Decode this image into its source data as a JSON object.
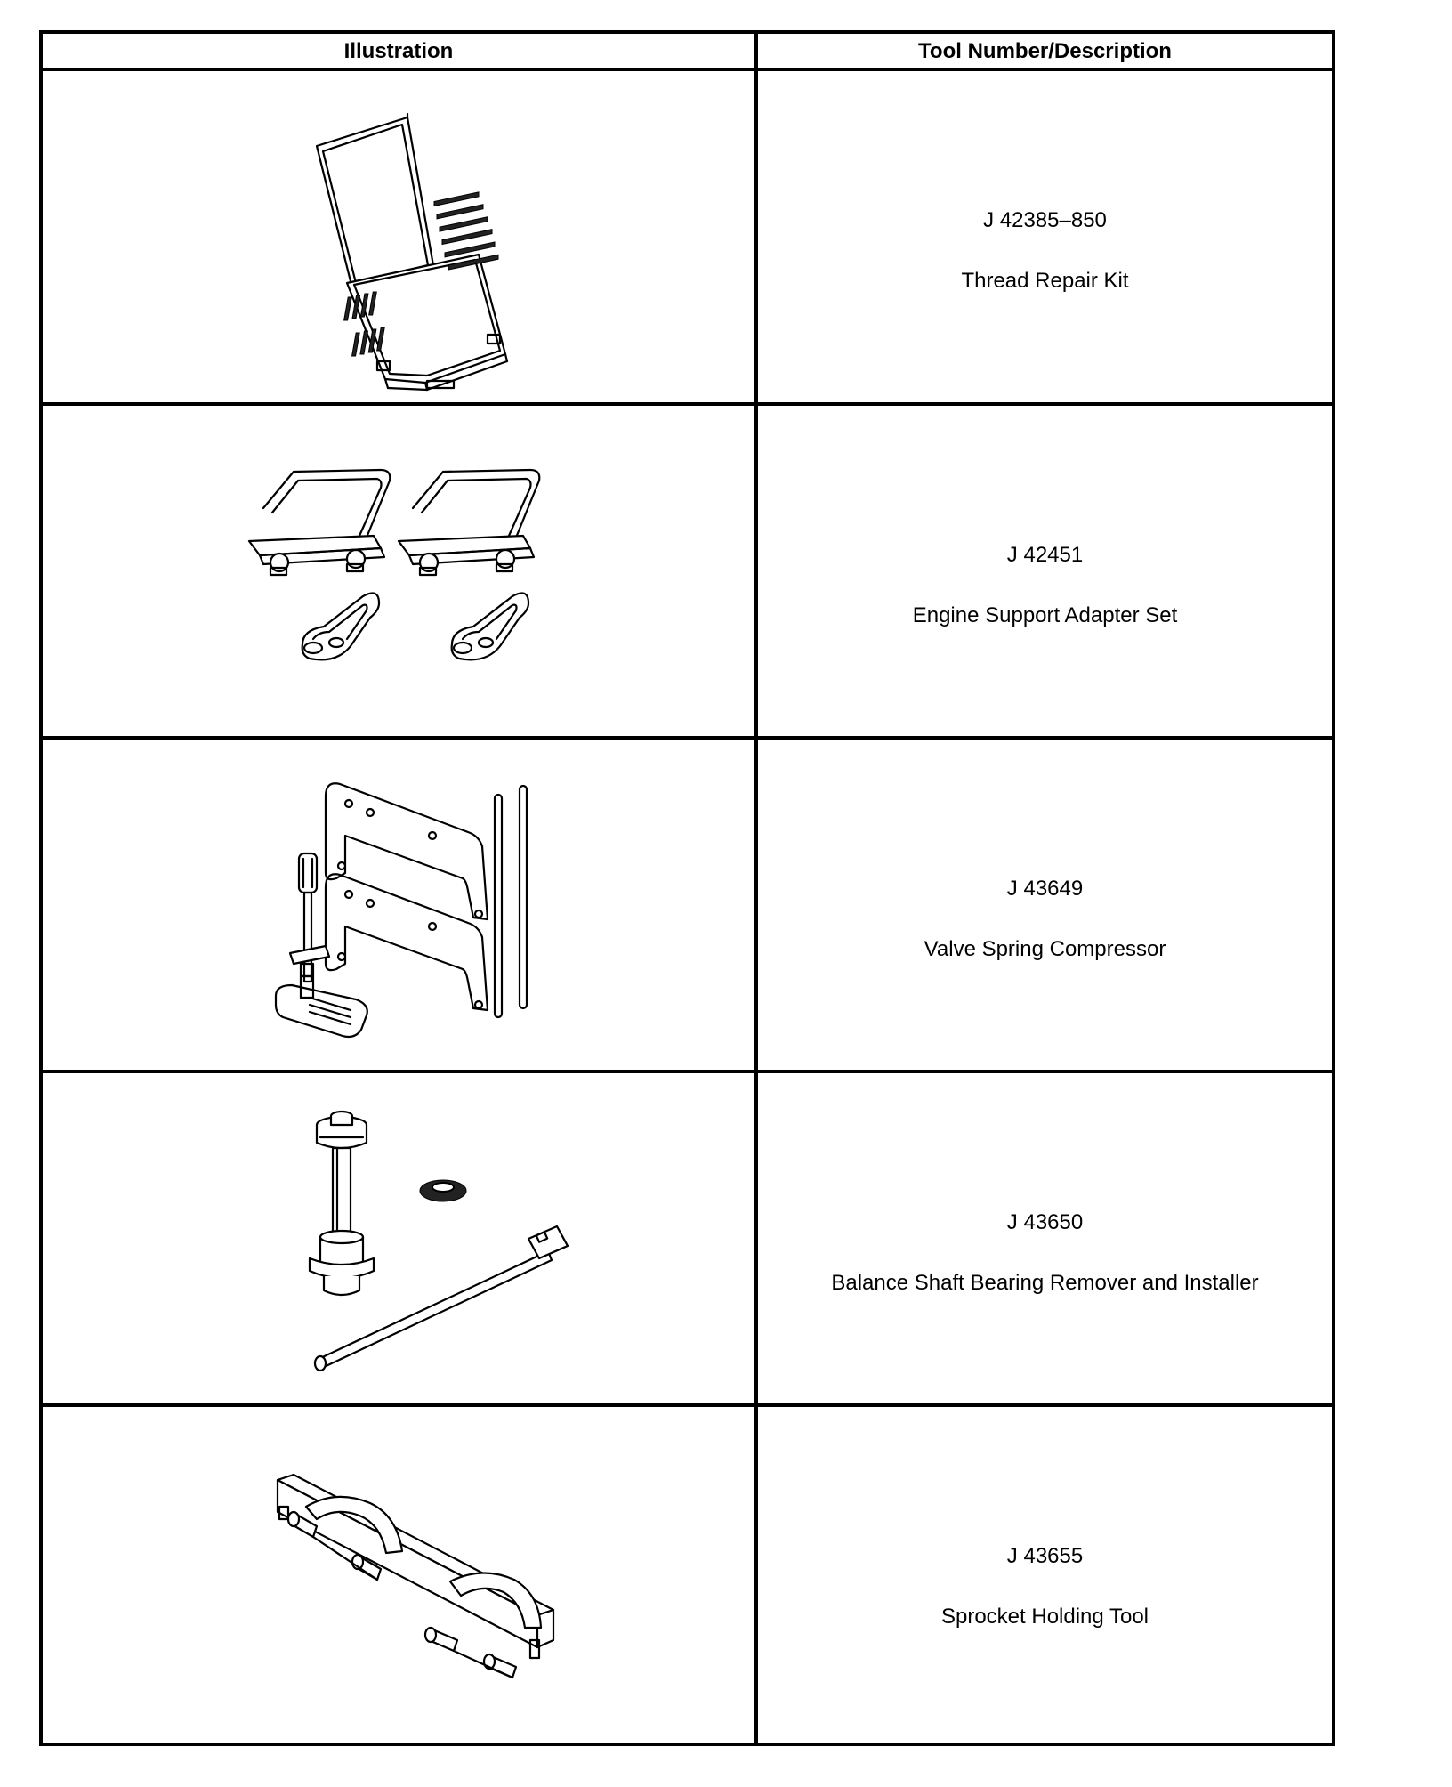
{
  "table": {
    "header": {
      "illustration": "Illustration",
      "tool": "Tool Number/Description"
    },
    "rows": [
      {
        "number": "J 42385–850",
        "description": "Thread Repair Kit",
        "illustration_icon": "thread-repair-kit-case"
      },
      {
        "number": "J 42451",
        "description": "Engine Support Adapter Set",
        "illustration_icon": "engine-support-adapters"
      },
      {
        "number": "J 43649",
        "description": "Valve Spring Compressor",
        "illustration_icon": "valve-spring-compressor"
      },
      {
        "number": "J 43650",
        "description": "Balance Shaft Bearing Remover and Installer",
        "illustration_icon": "balance-shaft-bearing-tool"
      },
      {
        "number": "J 43655",
        "description": "Sprocket Holding Tool",
        "illustration_icon": "sprocket-holding-tool"
      }
    ]
  }
}
